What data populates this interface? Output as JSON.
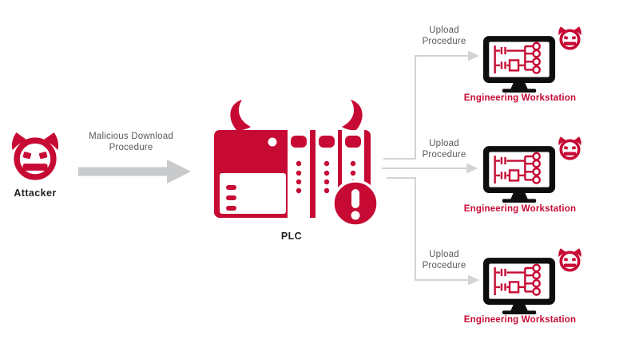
{
  "colors": {
    "brand_red": "#C60A34",
    "connector_gray": "#D1D3D4",
    "arrow_gray": "#C8CACC",
    "caption_gray": "#58595B",
    "label_dark": "#231F20",
    "monitor_black": "#0E0E0E"
  },
  "attacker": {
    "label": "Attacker",
    "icon": "devil-face-icon"
  },
  "download": {
    "line1": "Malicious Download",
    "line2": "Procedure",
    "icon": "right-arrow-icon"
  },
  "plc": {
    "label": "PLC",
    "icons": [
      "devil-horns-icon",
      "plc-controller-icon",
      "exclamation-warning-icon"
    ]
  },
  "uploads": [
    {
      "line1": "Upload",
      "line2": "Procedure"
    },
    {
      "line1": "Upload",
      "line2": "Procedure"
    },
    {
      "line1": "Upload",
      "line2": "Procedure"
    }
  ],
  "workstations": [
    {
      "label": "Engineering Workstation",
      "icons": [
        "monitor-ladder-logic-icon",
        "devil-face-icon"
      ]
    },
    {
      "label": "Engineering Workstation",
      "icons": [
        "monitor-ladder-logic-icon",
        "devil-face-icon"
      ]
    },
    {
      "label": "Engineering Workstation",
      "icons": [
        "monitor-ladder-logic-icon",
        "devil-face-icon"
      ]
    }
  ]
}
